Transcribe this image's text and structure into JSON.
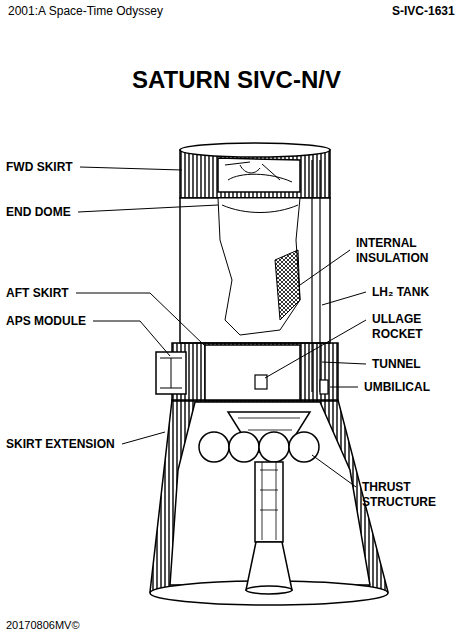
{
  "diagram": {
    "title": "SATURN SIVC-N/V",
    "labels": [
      "2001:A Space-Time Odyssey",
      "S-IVC-1631",
      "FWD SKIRT",
      "END DOME",
      "AFT SKIRT",
      "APS MODULE",
      "SKIRT EXTENSION",
      "INTERNAL INSULATION",
      "LH₂ TANK",
      "ULLAGE ROCKET",
      "TUNNEL",
      "UMBILICAL",
      "THRUST STRUCTURE",
      "20170806MV©"
    ]
  }
}
